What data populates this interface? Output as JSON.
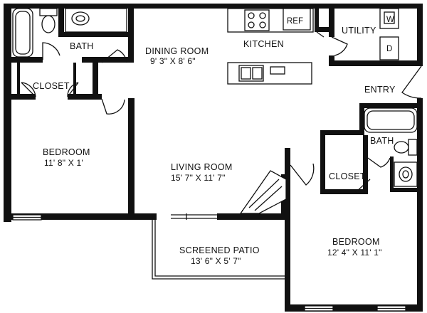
{
  "rooms": {
    "bath_1": "BATH",
    "dining_room": "DINING ROOM",
    "dining_room_dim": "9' 3\" X 8' 6\"",
    "kitchen": "KITCHEN",
    "ref": "REF",
    "utility": "UTILITY",
    "washer": "W",
    "dryer": "D",
    "entry": "ENTRY",
    "closet_1": "CLOSET",
    "bedroom_1": "BEDROOM",
    "bedroom_1_dim": "11' 8\" X 1'",
    "living_room": "LIVING ROOM",
    "living_room_dim": "15' 7\" X 11' 7\"",
    "bath_2": "BATH",
    "closet_2": "CLOSET",
    "screened_patio": "SCREENED PATIO",
    "screened_patio_dim": "13' 6\" X 5' 7\"",
    "bedroom_2": "BEDROOM",
    "bedroom_2_dim": "12' 4\" X 11' 1\""
  }
}
